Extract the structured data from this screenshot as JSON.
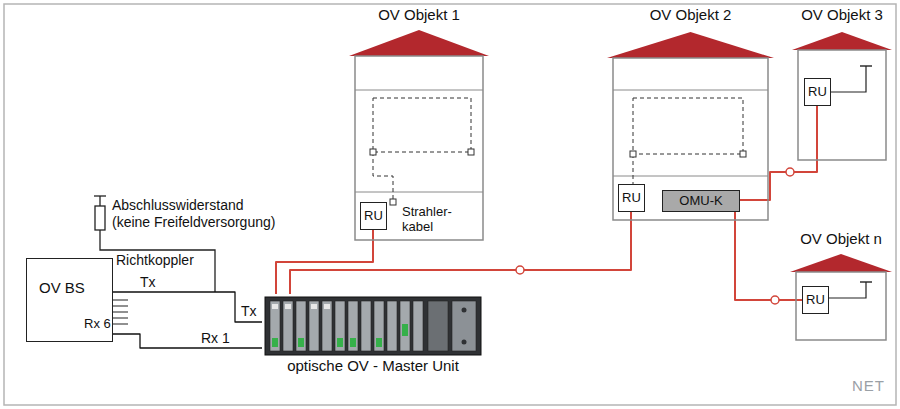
{
  "diagram": {
    "nodes": [
      {
        "text": [
          "OV Objekt 1"
        ]
      },
      {
        "text": [
          "RU"
        ],
        "in": 0
      },
      {
        "text": [
          "OV Objekt 2"
        ]
      },
      {
        "text": [
          "RU"
        ],
        "in": 2
      },
      {
        "text": [
          "OMU-K"
        ],
        "in": 2
      },
      {
        "text": [
          "OV Objekt 3"
        ]
      },
      {
        "text": [
          "RU"
        ],
        "in": 5
      },
      {
        "text": [
          "OV Objekt n"
        ]
      },
      {
        "text": [
          "RU"
        ],
        "in": 7
      },
      {
        "text": [
          "OV BS"
        ]
      },
      {
        "text": [
          "optische OV - Master Unit"
        ]
      }
    ],
    "edges": [
      {
        "from": 9,
        "to": 10,
        "arrow": "none",
        "label": "Tx"
      },
      {
        "from": 9,
        "to": 10,
        "arrow": "none",
        "label": "Rx 1"
      },
      {
        "from": 10,
        "to": 1,
        "arrow": "none"
      },
      {
        "from": 10,
        "to": 3,
        "arrow": "none"
      },
      {
        "from": 4,
        "to": 6,
        "arrow": "none"
      },
      {
        "from": 4,
        "to": 8,
        "arrow": "none"
      }
    ],
    "labels": [
      "Abschlusswiderstand",
      "(keine Freifeldversorgung)",
      "Richtkoppler",
      "Tx",
      "Rx 6",
      "Strahler- kabel",
      "NET"
    ]
  }
}
